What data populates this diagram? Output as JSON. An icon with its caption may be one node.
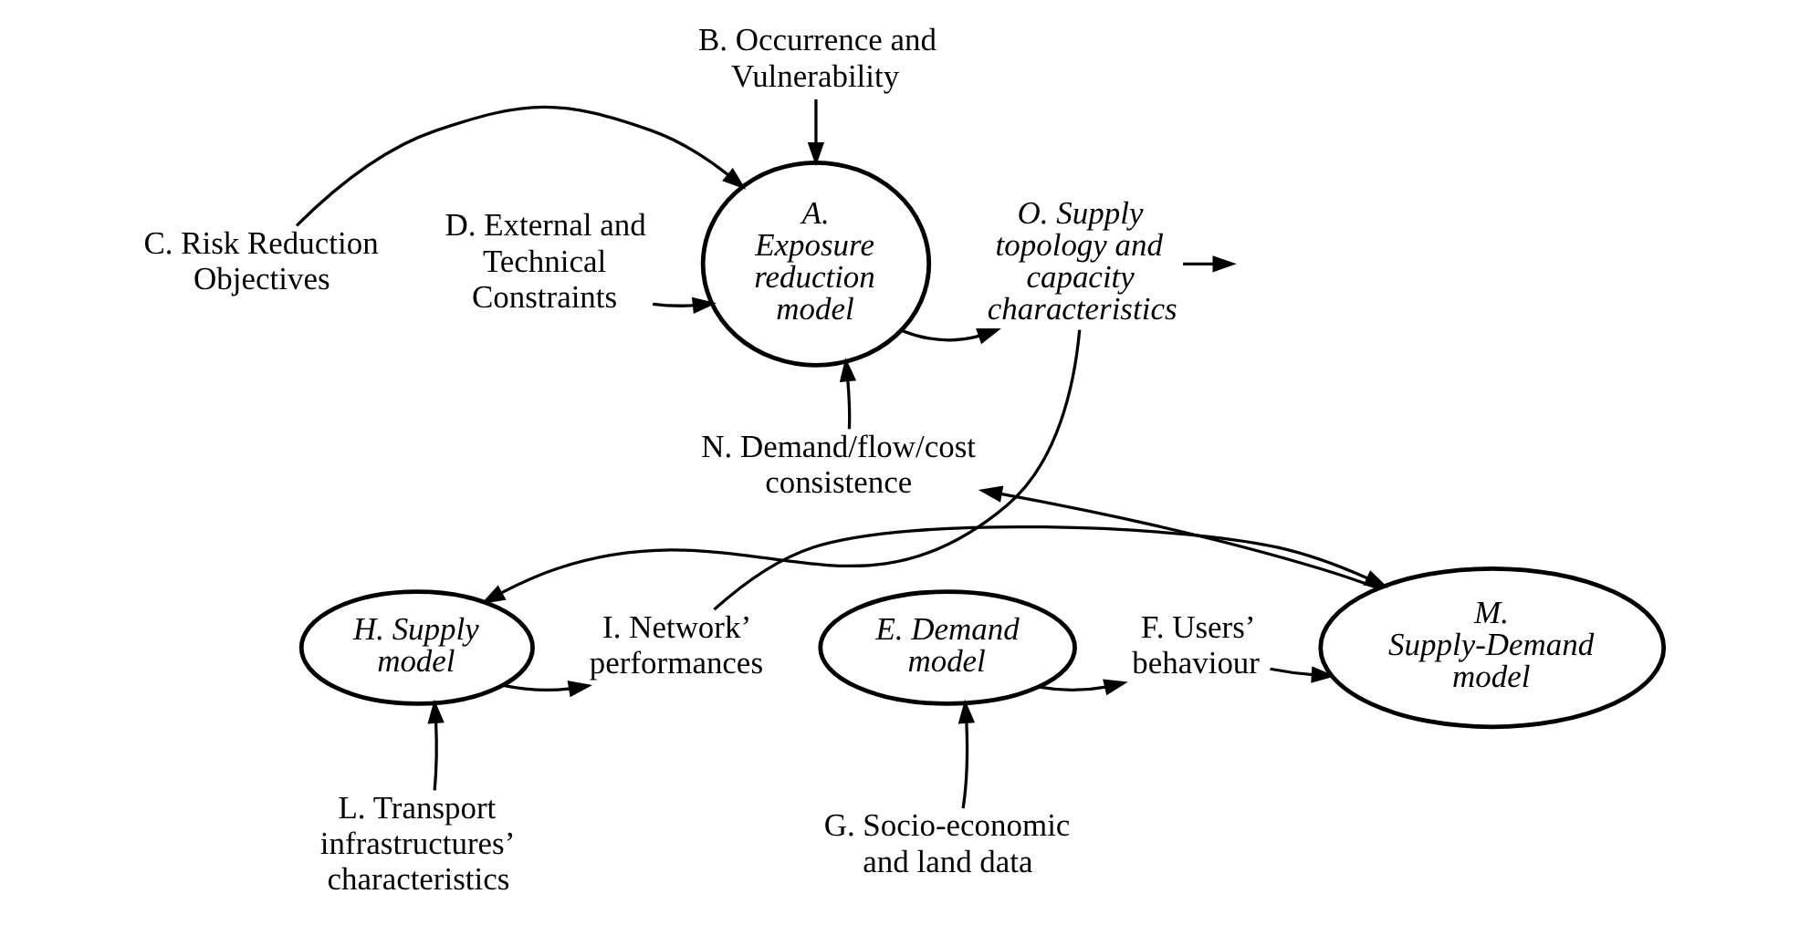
{
  "diagram": {
    "nodes": [
      {
        "text": [
          "B. Occurrence and Vulnerability"
        ]
      },
      {
        "text": [
          "C. Risk Reduction Objectives"
        ]
      },
      {
        "text": [
          "A. Exposure reduction model"
        ]
      },
      {
        "text": [
          "D. External and Technical Constraints"
        ]
      },
      {
        "text": [
          "O. Supply topology and capacity characteristics"
        ]
      },
      {
        "text": [
          "N. Demand/flow/cost consistence"
        ]
      },
      {
        "text": [
          "E. Demand model"
        ]
      },
      {
        "text": [
          "F. Users’ behaviour"
        ]
      },
      {
        "text": [
          "M. Supply-Demand model"
        ]
      },
      {
        "text": [
          "I. Network’ performances"
        ]
      },
      {
        "text": [
          "H. Supply model"
        ]
      },
      {
        "text": [
          "G. Socio-economic and land data"
        ]
      },
      {
        "text": [
          "L. Transport infrastructures’ characteristics"
        ]
      }
    ],
    "edges": [
      {
        "from": 0,
        "to": 2,
        "arrow": "to"
      },
      {
        "from": 1,
        "to": 2,
        "arrow": "to"
      },
      {
        "from": 3,
        "to": 2,
        "arrow": "to"
      },
      {
        "from": 2,
        "to": 4,
        "arrow": "to"
      },
      {
        "from": 4,
        "to": null,
        "arrow": "to"
      },
      {
        "from": 5,
        "to": 2,
        "arrow": "to"
      },
      {
        "from": 8,
        "to": 5,
        "arrow": "to"
      },
      {
        "from": 6,
        "to": 7,
        "arrow": "to"
      },
      {
        "from": 7,
        "to": 8,
        "arrow": "to"
      },
      {
        "from": 10,
        "to": 9,
        "arrow": "to"
      },
      {
        "from": 9,
        "to": 8,
        "arrow": "to"
      },
      {
        "from": 4,
        "to": 10,
        "arrow": "to"
      },
      {
        "from": 11,
        "to": 6,
        "arrow": "to"
      },
      {
        "from": 12,
        "to": 10,
        "arrow": "to"
      }
    ]
  }
}
